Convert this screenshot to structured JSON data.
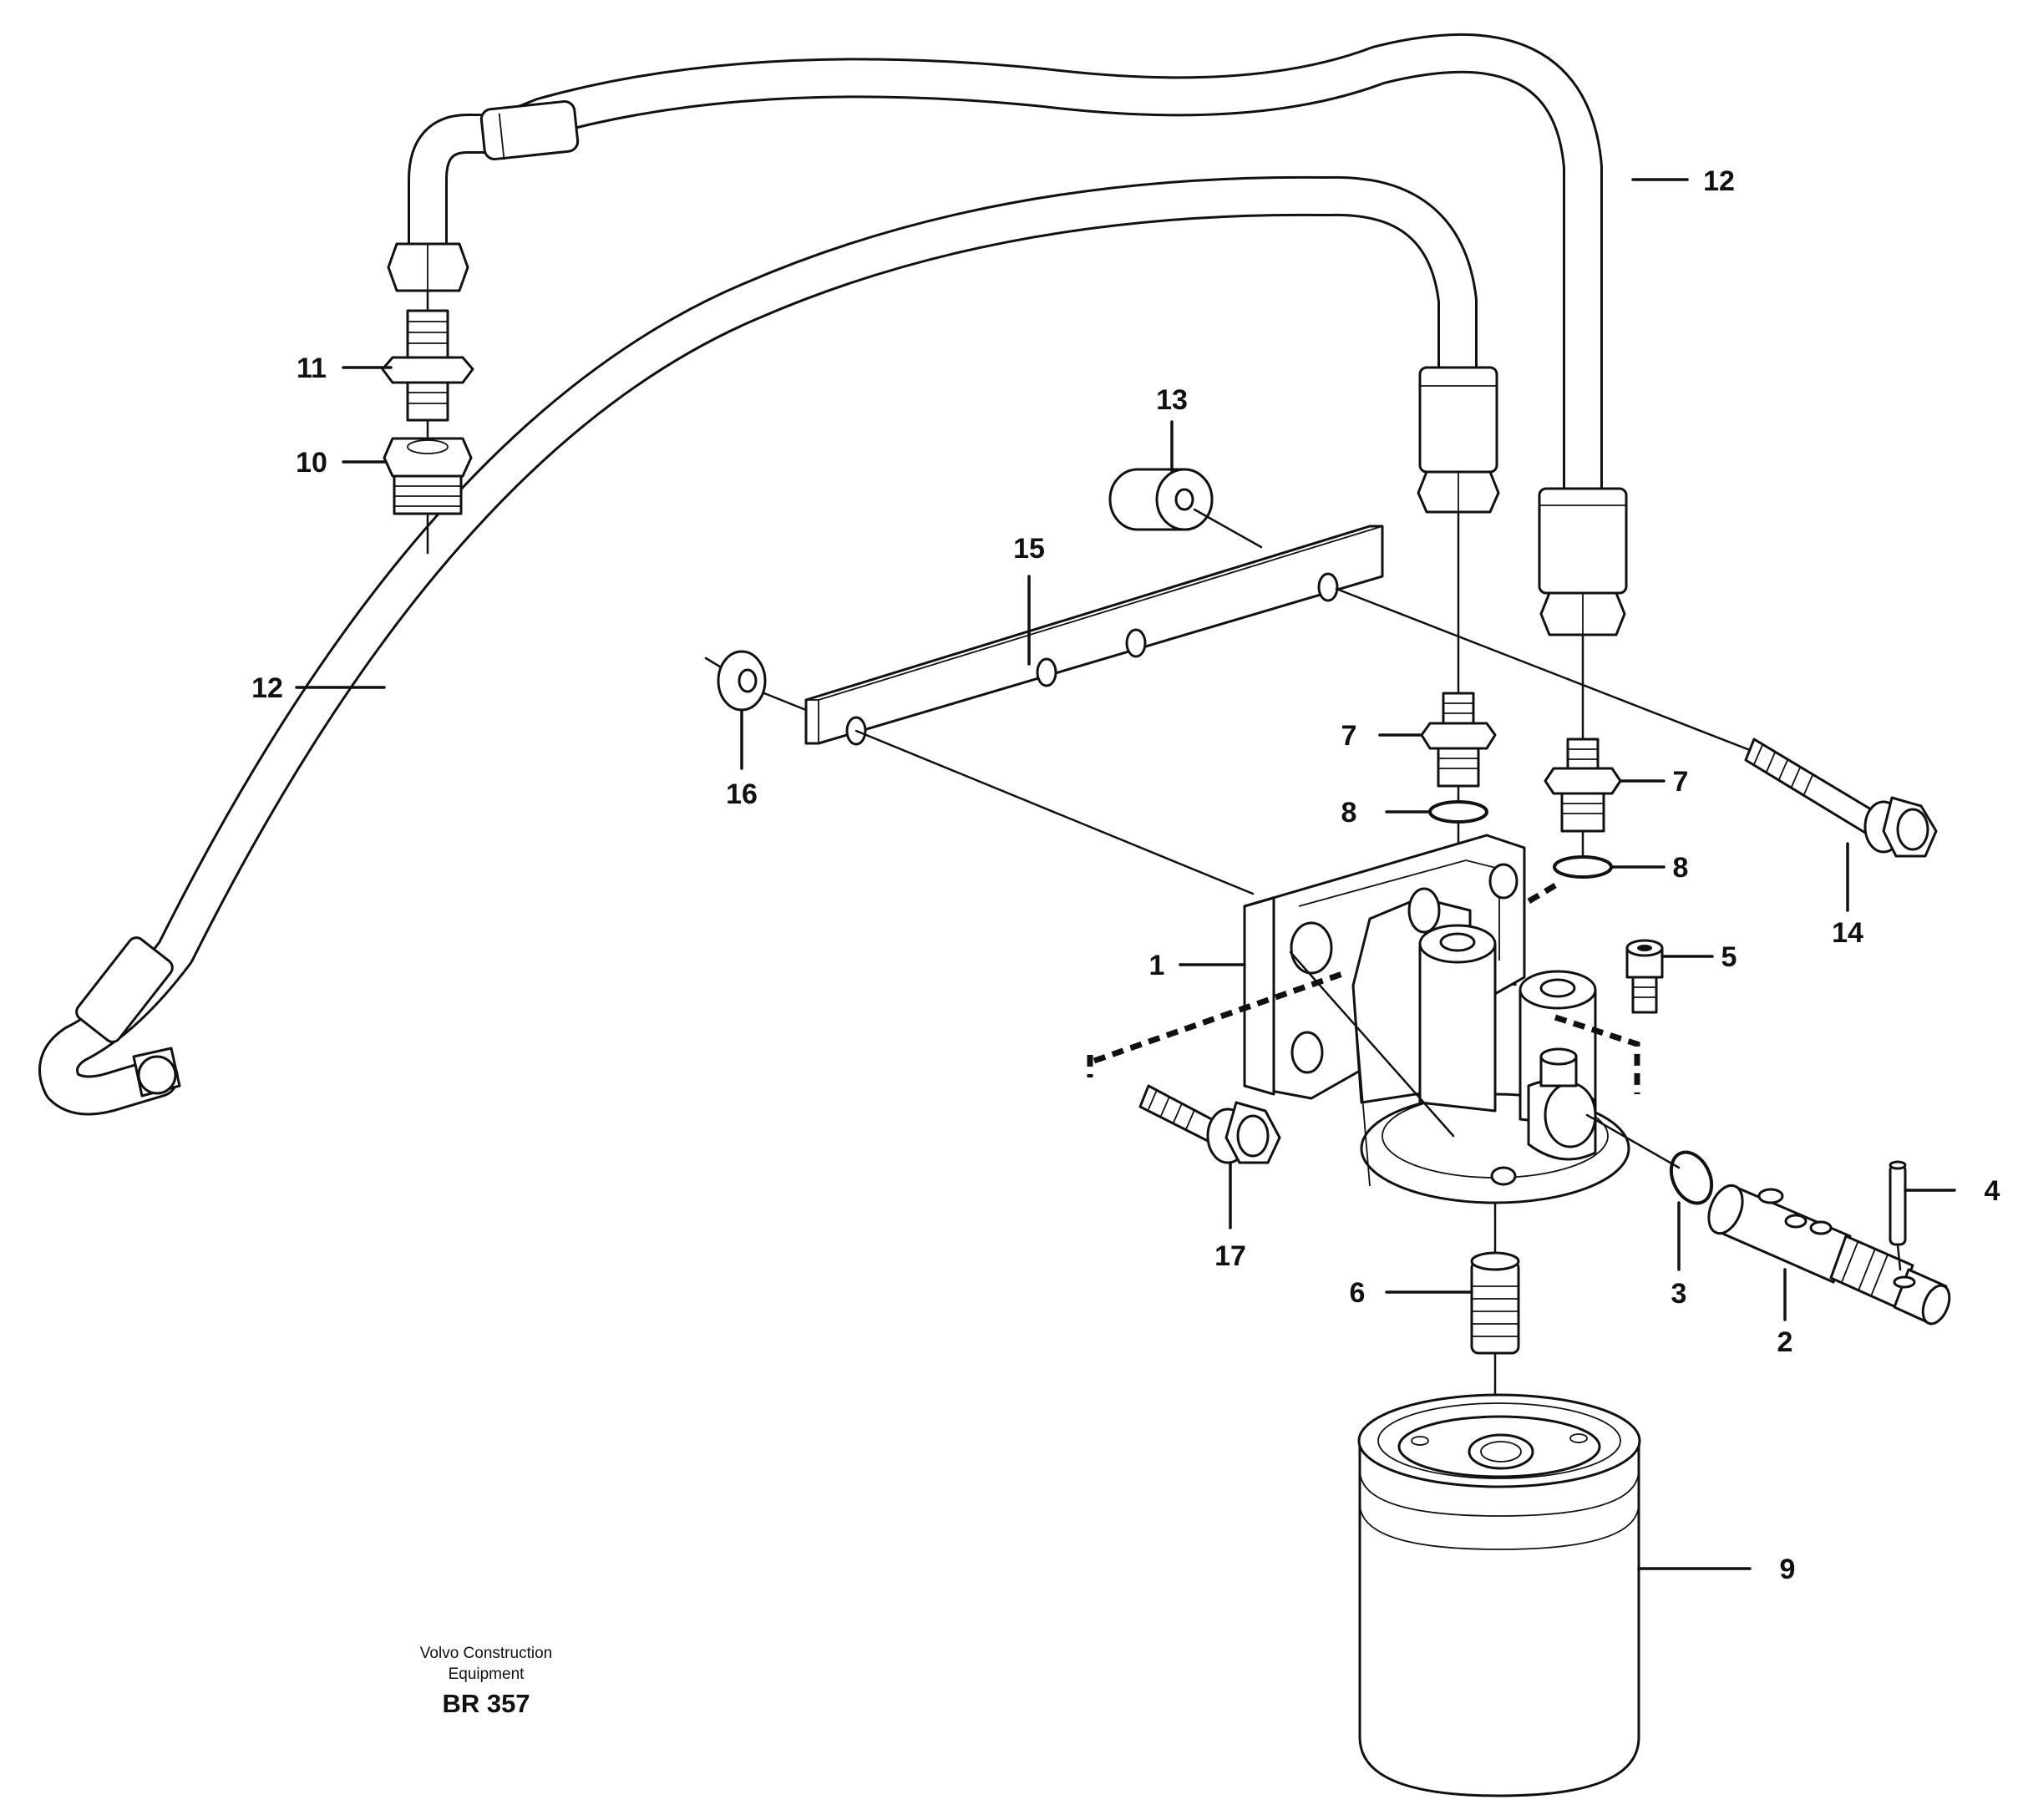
{
  "callouts": [
    "1",
    "2",
    "3",
    "4",
    "5",
    "6",
    "7",
    "7",
    "8",
    "8",
    "9",
    "10",
    "11",
    "12",
    "12",
    "13",
    "14",
    "15",
    "16",
    "17"
  ],
  "credit_line1": "Volvo Construction",
  "credit_line2": "Equipment",
  "drawing_number": "BR 357"
}
